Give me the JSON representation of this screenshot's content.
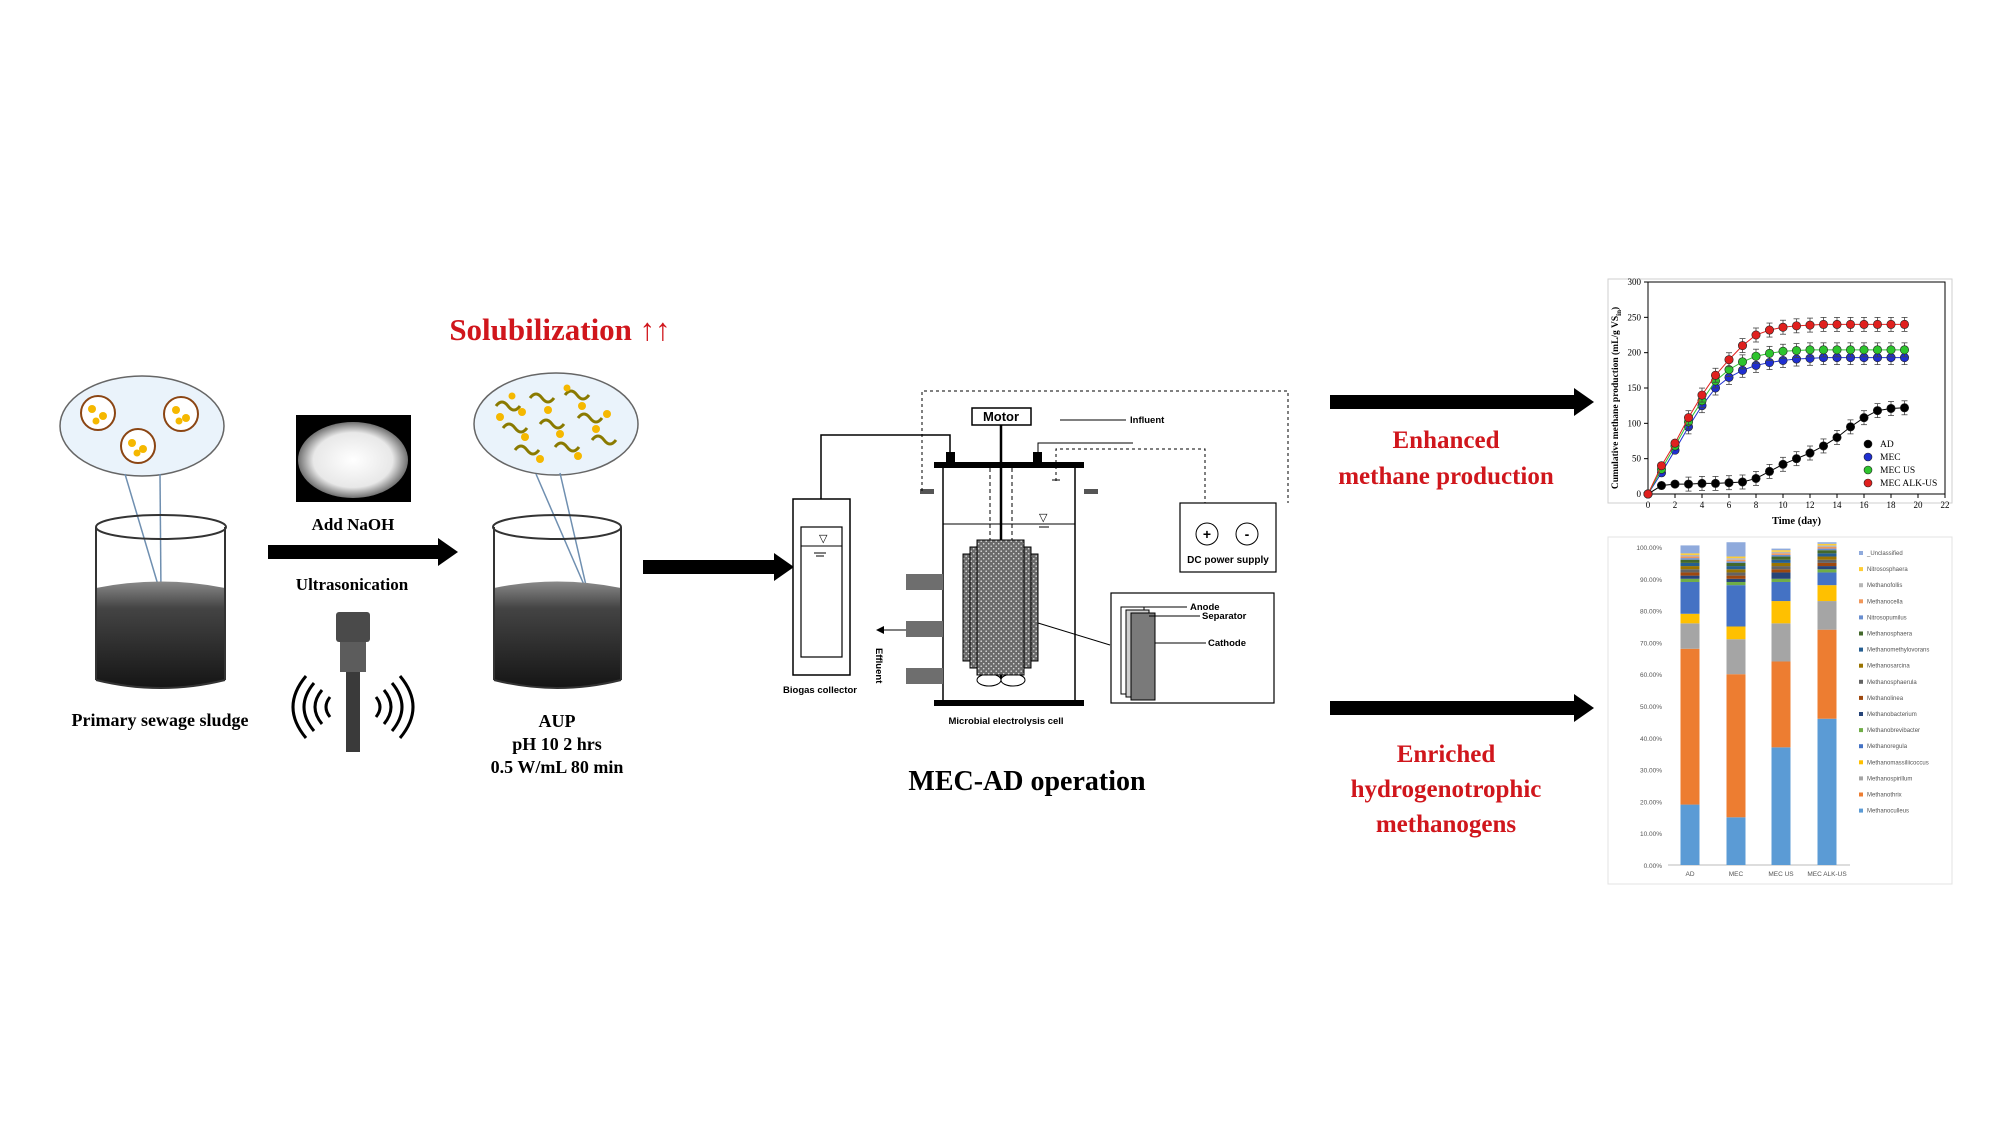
{
  "pretreatment": {
    "sludge_label": "Primary sewage sludge",
    "naoh_label": "Add NaOH",
    "ultrasonication_label": "Ultrasonication",
    "solubilization_label": "Solubilization ↑↑",
    "aup_label": "AUP",
    "aup_condition_1": "pH 10 2 hrs",
    "aup_condition_2": "0.5 W/mL 80 min"
  },
  "reactor": {
    "title": "MEC-AD operation",
    "motor_label": "Motor",
    "influent_label": "Influent",
    "dc_label": "DC power supply",
    "plus_label": "+",
    "minus_label": "-",
    "biogas_label": "Biogas collector",
    "effluent_label": "Effluent",
    "cell_label": "Microbial electrolysis cell",
    "anode_label": "Anode",
    "separator_label": "Separator",
    "cathode_label": "Cathode",
    "level_symbol": "▽"
  },
  "outcomes": {
    "methane_line_1": "Enhanced",
    "methane_line_2": "methane production",
    "methanogen_line_1": "Enriched",
    "methanogen_line_2": "hydrogenotrophic",
    "methanogen_line_3": "methanogens"
  },
  "colors": {
    "highlight_red": "#d0161c",
    "arrow": "#000000",
    "AD": "#000000",
    "MEC": "#1f2fd0",
    "MEC US": "#2ec42e",
    "MEC ALK-US": "#e0201e"
  },
  "chart_data": [
    {
      "type": "line",
      "title": "",
      "xlabel": "Time (day)",
      "ylabel": "Cumulative methane production (mL/g VS",
      "ylabel_subscript": "in",
      "ylabel_close": ")",
      "xlim": [
        0,
        22
      ],
      "ylim": [
        0,
        300
      ],
      "xticks": [
        0,
        2,
        4,
        6,
        8,
        10,
        12,
        14,
        16,
        18,
        20,
        22
      ],
      "yticks": [
        0,
        50,
        100,
        150,
        200,
        250,
        300
      ],
      "legend_position": "bottom-right",
      "x": [
        0,
        1,
        2,
        3,
        4,
        5,
        6,
        7,
        8,
        9,
        10,
        11,
        12,
        13,
        14,
        15,
        16,
        17,
        18,
        19
      ],
      "series": [
        {
          "name": "AD",
          "color": "#000000",
          "values": [
            0,
            12,
            14,
            14,
            15,
            15,
            16,
            17,
            22,
            32,
            42,
            50,
            58,
            68,
            80,
            95,
            108,
            118,
            121,
            122
          ]
        },
        {
          "name": "MEC",
          "color": "#1f2fd0",
          "values": [
            0,
            30,
            62,
            95,
            125,
            150,
            165,
            175,
            182,
            186,
            189,
            191,
            192,
            193,
            193,
            193,
            193,
            193,
            193,
            193
          ]
        },
        {
          "name": "MEC US",
          "color": "#2ec42e",
          "values": [
            0,
            35,
            68,
            102,
            132,
            160,
            176,
            187,
            195,
            199,
            202,
            203,
            204,
            204,
            204,
            204,
            204,
            204,
            204,
            204
          ]
        },
        {
          "name": "MEC ALK-US",
          "color": "#e0201e",
          "values": [
            0,
            40,
            72,
            108,
            140,
            168,
            190,
            210,
            225,
            232,
            236,
            238,
            239,
            240,
            240,
            240,
            240,
            240,
            240,
            240
          ]
        }
      ]
    },
    {
      "type": "bar",
      "stacked": true,
      "title": "",
      "xlabel": "",
      "ylabel": "",
      "categories": [
        "AD",
        "MEC",
        "MEC US",
        "MEC ALK-US"
      ],
      "ylim": [
        0,
        100
      ],
      "yticks": [
        "0.00%",
        "10.00%",
        "20.00%",
        "30.00%",
        "40.00%",
        "50.00%",
        "60.00%",
        "70.00%",
        "80.00%",
        "90.00%",
        "100.00%"
      ],
      "legend_position": "right",
      "series": [
        {
          "name": "Methanoculleus",
          "color": "#5b9bd5",
          "values": [
            19,
            15,
            37,
            46
          ]
        },
        {
          "name": "Methanothrix",
          "color": "#ed7d31",
          "values": [
            49,
            45,
            27,
            28
          ]
        },
        {
          "name": "Methanospirillum",
          "color": "#a5a5a5",
          "values": [
            8,
            11,
            12,
            9
          ]
        },
        {
          "name": "Methanomassiliicoccus",
          "color": "#ffc000",
          "values": [
            3,
            4,
            7,
            5
          ]
        },
        {
          "name": "Methanoregula",
          "color": "#4472c4",
          "values": [
            10,
            13,
            6,
            4
          ]
        },
        {
          "name": "Methanobrevibacter",
          "color": "#70ad47",
          "values": [
            1,
            1,
            1,
            1
          ]
        },
        {
          "name": "Methanobacterium",
          "color": "#264478",
          "values": [
            1,
            1,
            2,
            1
          ]
        },
        {
          "name": "Methanolinea",
          "color": "#9e480e",
          "values": [
            1,
            1,
            1,
            1
          ]
        },
        {
          "name": "Methanosphaerula",
          "color": "#636363",
          "values": [
            1,
            1,
            1,
            1
          ]
        },
        {
          "name": "Methanosarcina",
          "color": "#997300",
          "values": [
            1,
            1,
            1,
            1
          ]
        },
        {
          "name": "Methanomethylovorans",
          "color": "#255e91",
          "values": [
            1,
            1,
            1,
            1
          ]
        },
        {
          "name": "Methanosphaera",
          "color": "#43682b",
          "values": [
            1,
            1,
            1,
            1
          ]
        },
        {
          "name": "Nitrosopumilus",
          "color": "#698ed0",
          "values": [
            0.5,
            0.5,
            0.5,
            0.5
          ]
        },
        {
          "name": "Methanocella",
          "color": "#f1975a",
          "values": [
            0.5,
            0.5,
            0.5,
            0.5
          ]
        },
        {
          "name": "Methanofollis",
          "color": "#b7b7b7",
          "values": [
            0.5,
            0.5,
            0.5,
            0.5
          ]
        },
        {
          "name": "Nitrososphaera",
          "color": "#ffcd33",
          "values": [
            0.5,
            0.5,
            0.5,
            0.5
          ]
        },
        {
          "name": "_Unclassified",
          "color": "#8faadc",
          "values": [
            2.5,
            4.5,
            0.5,
            0.5
          ]
        }
      ]
    }
  ]
}
